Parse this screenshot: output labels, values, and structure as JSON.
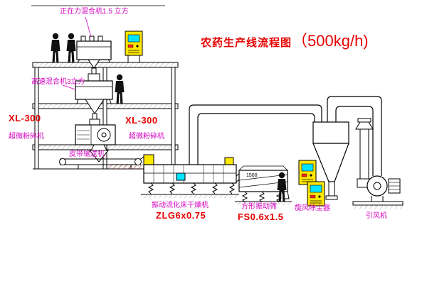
{
  "title": {
    "prefix": "农药生产线流程图",
    "capacity": "（500kg/h)"
  },
  "equipment_labels": {
    "horizontal_mixer": "正在力混合机1.5 立方",
    "high_speed_mixer": "高速混合机3立方",
    "crusher_left_model": "XL-300",
    "crusher_left_name": "超微粉碎机",
    "crusher_center_model": "XL-300",
    "crusher_center_name": "超微粉碎机",
    "belt_conveyor": "皮带输送机",
    "dryer_name": "振动流化床干燥机",
    "dryer_model": "ZLG6x0.75",
    "sieve_name": "方形振动筛",
    "sieve_model": "FS0.6x1.5",
    "cyclone_name": "旋风除尘器",
    "fan_name": "引风机",
    "sieve_dimension": "1500"
  },
  "colors": {
    "line": "#000000",
    "label-magenta": "#d400c0",
    "label-red": "#e80000",
    "panel-yellow": "#ffe800",
    "screen-cyan": "#00e5ff",
    "hatch-red": "#9e3a2f"
  }
}
